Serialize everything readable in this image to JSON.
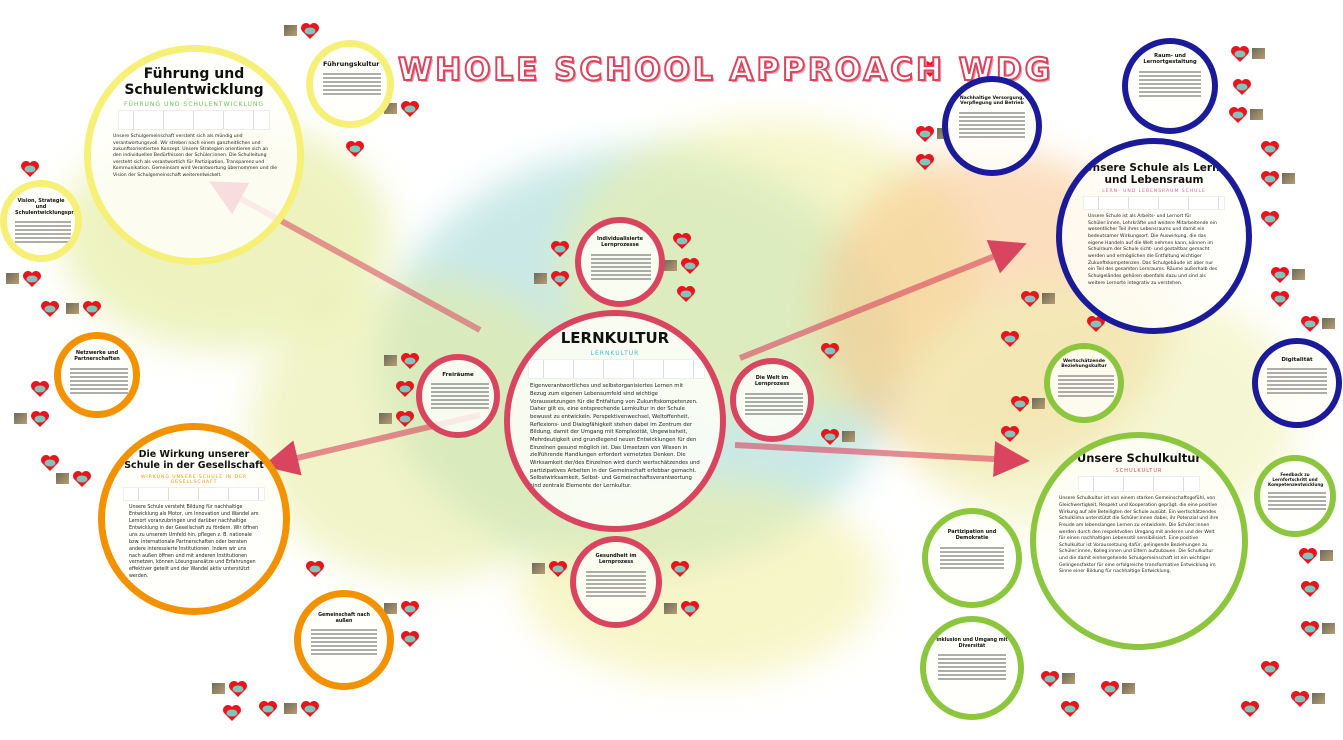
{
  "title": "WHOLE SCHOOL APPROACH WDG",
  "colors": {
    "learning": "#d9455f",
    "leadership": "#f6f078",
    "society": "#f39200",
    "space": "#1b1b9a",
    "culture": "#8cc63f"
  },
  "lernkultur": {
    "heading": "LERNKULTUR",
    "banner": "LERNKULTUR",
    "text": "Eigenverantwortliches und selbstorganisiertes Lernen mit Bezug zum eigenen Lebensumfeld sind wichtige Voraussetzungen für die Entfaltung von Zukunftskompetenzen. Daher gilt es, eine entsprechende Lernkultur in der Schule bewusst zu entwickeln. Perspektivenwechsel, Weltoffenheit, Reflexions- und Dialogfähigkeit stehen dabei im Zentrum der Bildung, damit der Umgang mit Komplexität, Ungewissheit, Mehrdeutigkeit und grundlegend neuen Entwicklungen für den Einzelnen gesund möglich ist. Das Umsetzen von Wissen in zielführende Handlungen erfordert vernetztes Denken. Die Wirksamkeit der/des Einzelnen wird durch wertschätzendes und partizipatives Arbeiten in der Gemeinschaft erlebbar gemacht. Selbstwirksamkeit, Selbst- und Gemeinschaftsverantwortung sind zentrale Elemente der Lernkultur.",
    "sub": [
      "Individualisierte Lernprozesse",
      "Freiräume",
      "Die Welt im Lernprozess",
      "Gesundheit im Lernprozess"
    ]
  },
  "fuehrung": {
    "heading": "Führung und Schulentwicklung",
    "banner": "FÜHRUNG UND SCHULENTWICKLUNG",
    "text": "Unsere Schulgemeinschaft versteht sich als mündig und verantwortungsvoll. Wir streben nach einem ganzheitlichen und zukunftsorientierten Konzept. Unsere Strategien orientieren sich an den individuellen Bedürfnissen der Schüler:innen. Die Schulleitung versteht sich als verantwortlich für Partizipation, Transparenz und Kommunikation. Gemeinsam wird Verantwortung übernommen und die Vision der Schulgemeinschaft weiterentwickelt.",
    "sub": [
      "Führungskultur",
      "Vision, Strategie und Schulentwicklungsprozess"
    ]
  },
  "wirkung": {
    "heading": "Die Wirkung unserer Schule in der Gesellschaft",
    "banner": "WIRKUNG UNSERE SCHULE IN DER GESELLSCHAFT",
    "text": "Unsere Schule versteht Bildung für nachhaltige Entwicklung als Motor, um Innovation und Wandel am Lernort voranzubringen und darüber nachhaltige Entwicklung in der Gesellschaft zu fördern. Wir öffnen uns zu unserem Umfeld hin, pflegen z. B. nationale bzw. internationale Partnerschaften oder beraten andere interessierte Institutionen. Indem wir uns nach außen öffnen und mit anderen Institutionen vernetzen, können Lösungsansätze und Erfahrungen effektiver geteilt und der Wandel aktiv unterstützt werden.",
    "sub": [
      "Netzwerke und Partnerschaften",
      "Gemeinschaft nach außen"
    ]
  },
  "lebensraum": {
    "heading": "Unsere Schule als Lern- und Lebensraum",
    "banner": "LERN- UND LEBENSRAUM SCHULE",
    "text": "Unsere Schule ist als Arbeits- und Lernort für Schüler:innen, Lehrkräfte und weitere Mitarbeitende ein wesentlicher Teil ihres Lebensraums und damit ein bedeutsamer Wirkungsort. Die Auswirkung, die das eigene Handeln auf die Welt nehmen kann, können im Schulraum der Schule sicht- und gestaltbar gemacht werden und ermöglichen die Entfaltung wichtiger Zukunftskompetenzen. Das Schulgebäude ist aber nur ein Teil des gesamten Lernraums. Räume außerhalb des Schulgeländes gehören ebenfalls dazu und sind als weitere Lernorte integrativ zu verstehen.",
    "sub": [
      "Raum- und Lernortgestaltung",
      "Nachhaltige Versorgung, Verpflegung und Betrieb",
      "Digitalität"
    ]
  },
  "schulkultur": {
    "heading": "Unsere Schulkultur",
    "banner": "SCHULKULTUR",
    "text": "Unsere Schulkultur ist von einem starken Gemeinschaftsgefühl, von Gleichwertigkeit, Respekt und Kooperation geprägt, die eine positive Wirkung auf alle Beteiligten der Schule ausübt. Ein wertschätzendes Schulklima unterstützt die Schüler:innen dabei, ihr Potenzial und ihre Freude am lebenslangen Lernen zu entwickeln. Die Schüler:innen werden durch den respektvollen Umgang mit anderen und der Welt für einen nachhaltigen Lebensstil sensibilisiert. Eine positive Schulkultur ist Voraussetzung dafür, gelingende Beziehungen zu Schüler:innen, Kolleg:innen und Eltern aufzubauen. Die Schulkultur und die damit einhergehende Schulgemeinschaft ist ein wichtiger Gelingensfaktor für eine erfolgreiche transformative Entwicklung im Sinne einer Bildung für nachhaltige Entwicklung.",
    "sub": [
      "Wertschätzende Beziehungskultur",
      "Feedback zu Lernfortschritt und Kompetenzentwicklung",
      "Partizipation und Demokratie",
      "Inklusion und Umgang mit Diversität"
    ]
  }
}
